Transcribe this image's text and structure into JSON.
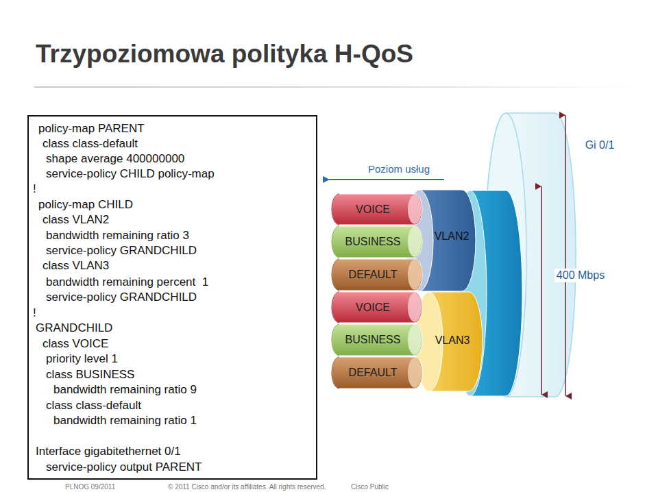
{
  "diagram": {
    "title": "Trzypoziomowa polityka H-QoS",
    "nodes": [
      {
        "text": [
          "policy-map PARENT",
          "class class-default",
          "shape average 400000000",
          "service-policy CHILD policy-map",
          "!",
          "policy-map CHILD",
          "class VLAN2",
          "bandwidth remaining ratio 3",
          "service-policy GRANDCHILD",
          "class VLAN3",
          "bandwidth remaining percent  1",
          "service-policy GRANDCHILD",
          "!",
          "GRANDCHILD",
          "class VOICE",
          "priority level 1",
          "class BUSINESS",
          "bandwidth remaining ratio 9",
          "class class-default",
          "bandwidth remaining ratio 1",
          "Interface gigabitethernet 0/1",
          "service-policy output PARENT"
        ]
      },
      {
        "text": [
          "VOICE"
        ]
      },
      {
        "text": [
          "BUSINESS"
        ]
      },
      {
        "text": [
          "DEFAULT"
        ]
      },
      {
        "text": [
          "VLAN2"
        ]
      },
      {
        "text": [
          "VOICE"
        ]
      },
      {
        "text": [
          "BUSINESS"
        ]
      },
      {
        "text": [
          "DEFAULT"
        ]
      },
      {
        "text": [
          "VLAN3"
        ]
      },
      {
        "text": [
          "Gi 0/1",
          "400 Mbps"
        ]
      }
    ],
    "edges": [],
    "labels": [
      "Poziom usług",
      "PLNOG 09/2011",
      "© 2011 Cisco and/or its affiliates. All rights reserved.",
      "Cisco Public"
    ]
  }
}
